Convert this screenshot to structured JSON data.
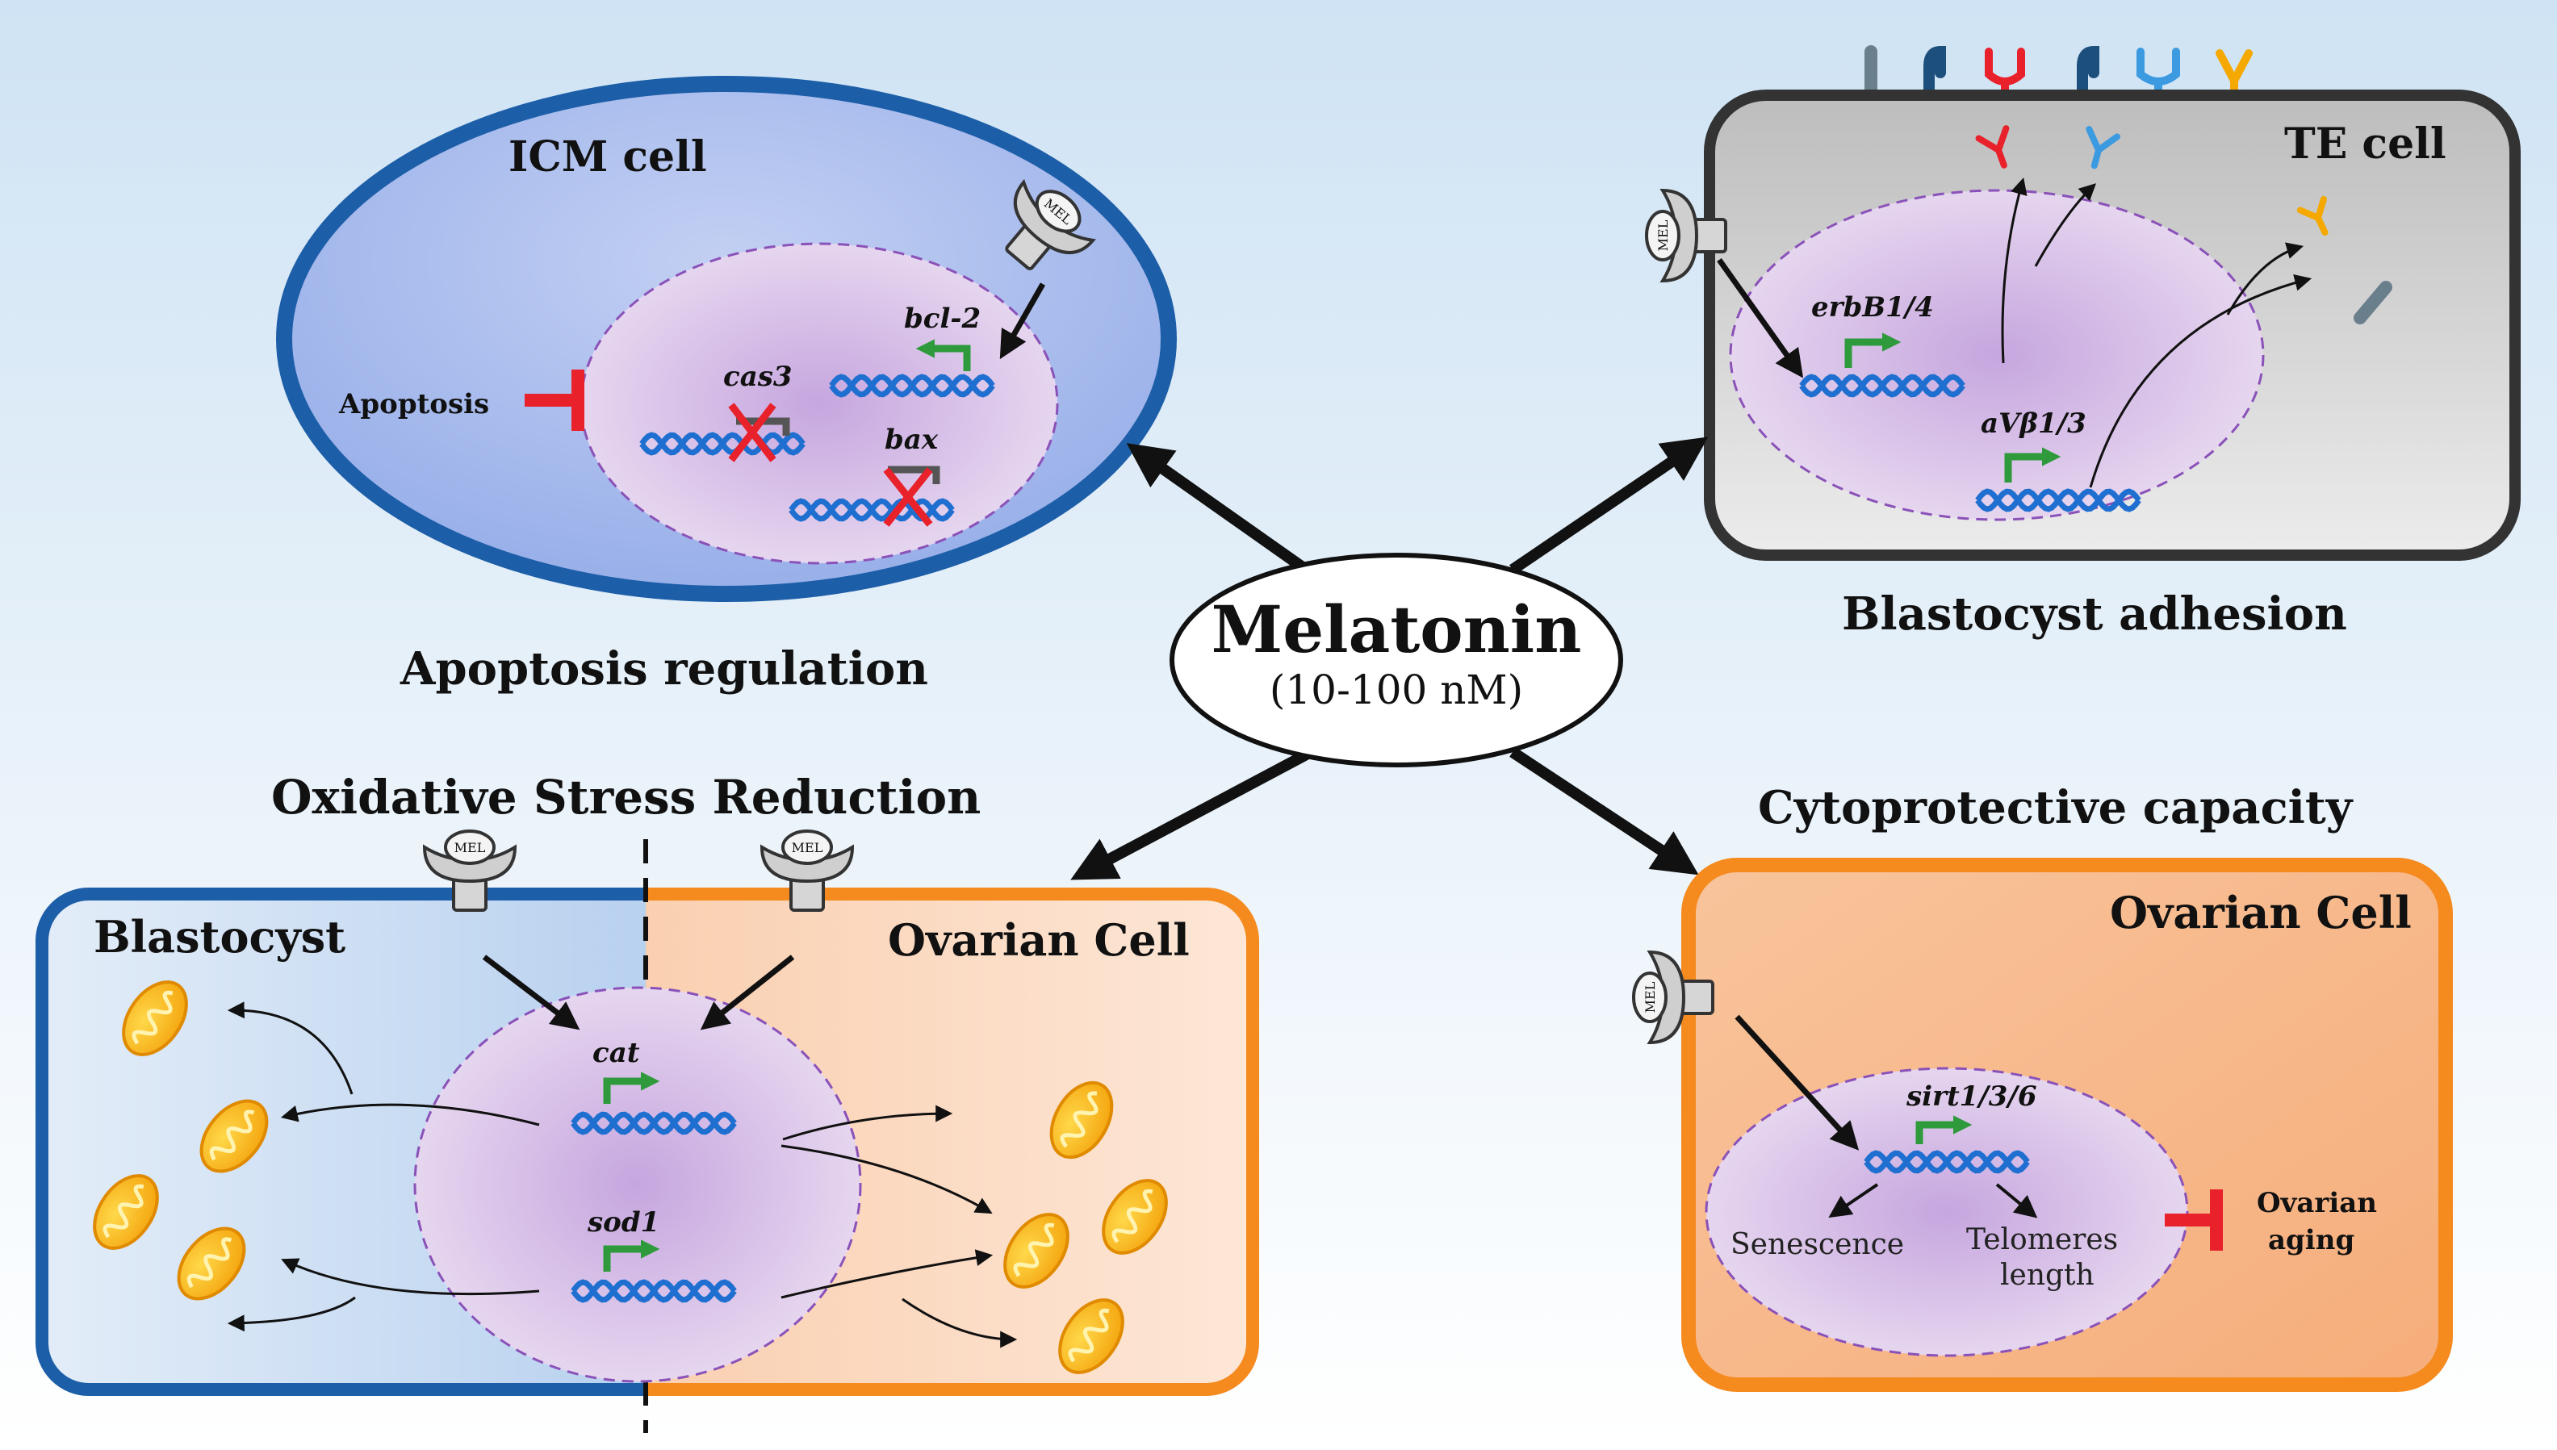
{
  "center": {
    "name": "Melatonin",
    "dose": "(10-100 nM)"
  },
  "icm": {
    "cell_label": "ICM cell",
    "caption": "Apoptosis regulation",
    "apoptosis_label": "Apoptosis",
    "genes": {
      "bcl2": "bcl-2",
      "cas3": "cas3",
      "bax": "bax"
    }
  },
  "te": {
    "cell_label": "TE cell",
    "caption": "Blastocyst adhesion",
    "genes": {
      "erbb": "erbB1/4",
      "integrin": "aVβ1/3"
    }
  },
  "oxidative": {
    "title": "Oxidative Stress Reduction",
    "blastocyst_label": "Blastocyst",
    "ovarian_label": "Ovarian Cell",
    "genes": {
      "cat": "cat",
      "sod1": "sod1"
    }
  },
  "cyto": {
    "title": "Cytoprotective capacity",
    "cell_label": "Ovarian Cell",
    "genes": {
      "sirt": "sirt1/3/6"
    },
    "senescence": "Senescence",
    "telomeres_1": "Telomeres",
    "telomeres_2": "length",
    "aging_1": "Ovarian",
    "aging_2": "aging"
  },
  "receptor_text": "MEL",
  "colors": {
    "blue_border": "#1d5ea8",
    "orange_border": "#f58a1f",
    "inhibit_red": "#e8212b",
    "gene_green": "#2e9a3c",
    "dna_blue": "#1f6fd1"
  }
}
